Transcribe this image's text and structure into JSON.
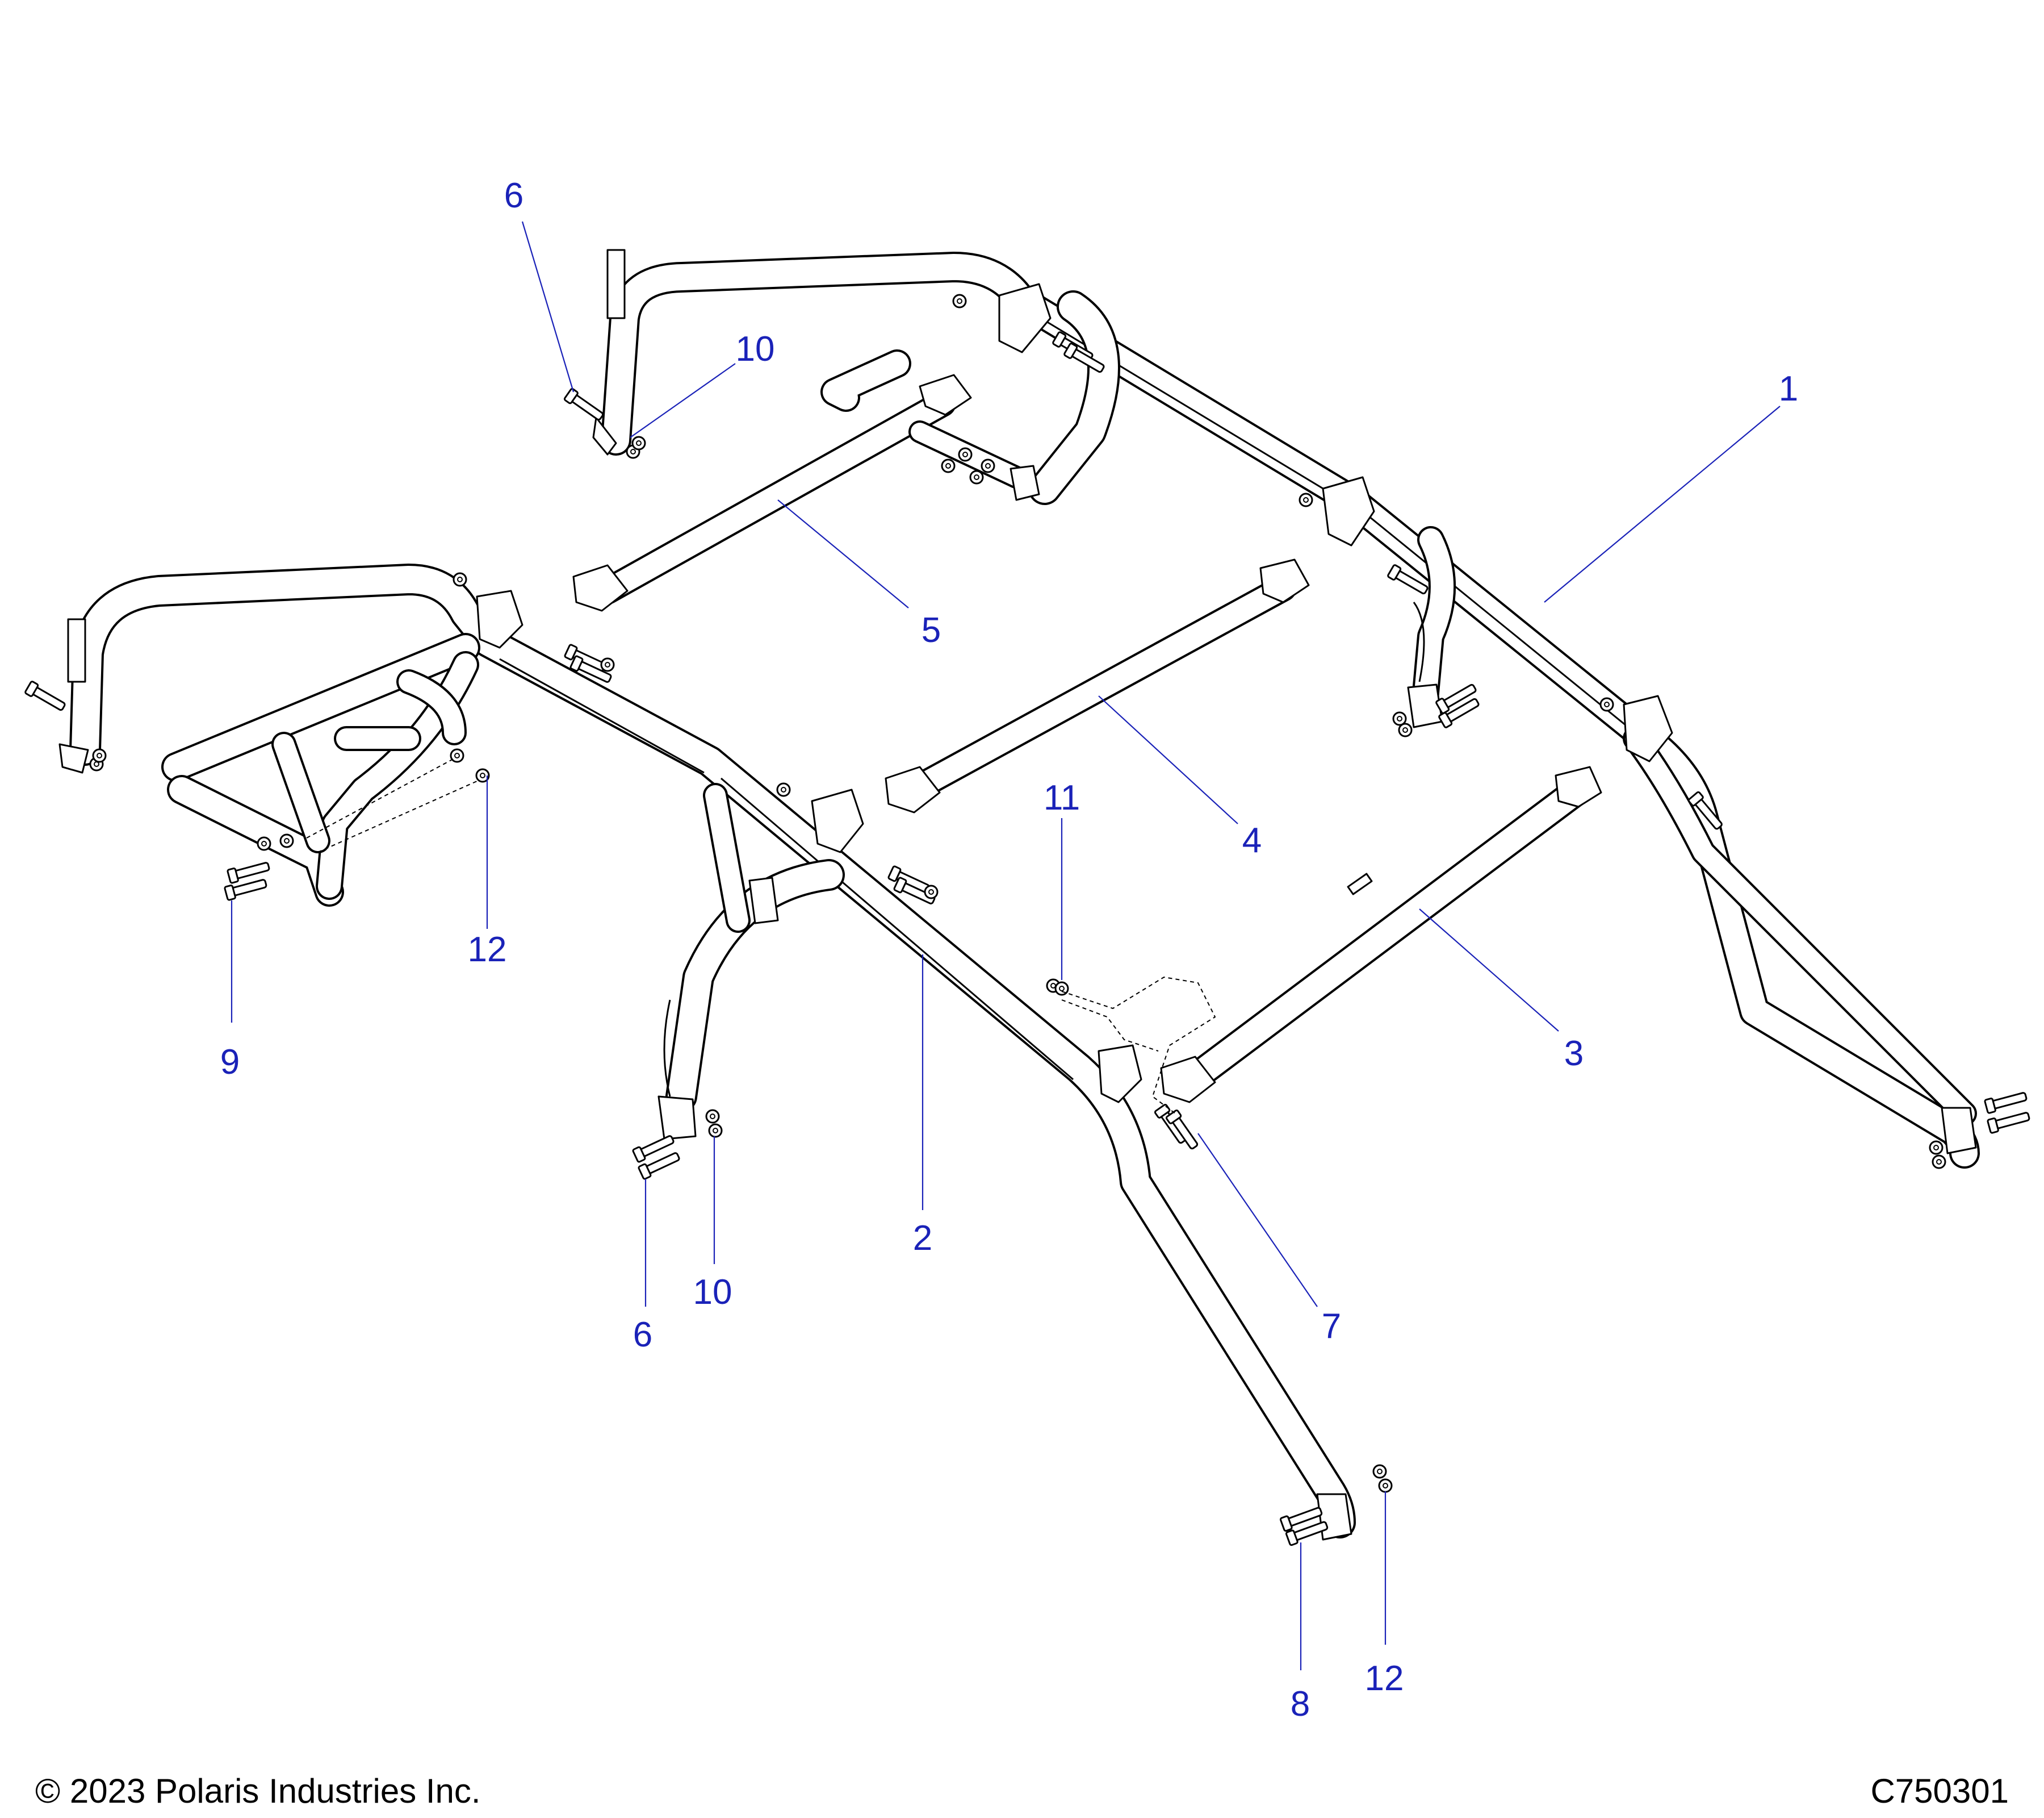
{
  "callouts": [
    {
      "id": "c6a",
      "label": "6"
    },
    {
      "id": "c10a",
      "label": "10"
    },
    {
      "id": "c1",
      "label": "1"
    },
    {
      "id": "c5",
      "label": "5"
    },
    {
      "id": "c4",
      "label": "4"
    },
    {
      "id": "c11",
      "label": "11"
    },
    {
      "id": "c3",
      "label": "3"
    },
    {
      "id": "c12a",
      "label": "12"
    },
    {
      "id": "c9",
      "label": "9"
    },
    {
      "id": "c2",
      "label": "2"
    },
    {
      "id": "c10b",
      "label": "10"
    },
    {
      "id": "c6b",
      "label": "6"
    },
    {
      "id": "c7",
      "label": "7"
    },
    {
      "id": "c8",
      "label": "8"
    },
    {
      "id": "c12b",
      "label": "12"
    }
  ],
  "footer": {
    "copyright": "© 2023 Polaris Industries Inc.",
    "figure_id": "C750301"
  }
}
